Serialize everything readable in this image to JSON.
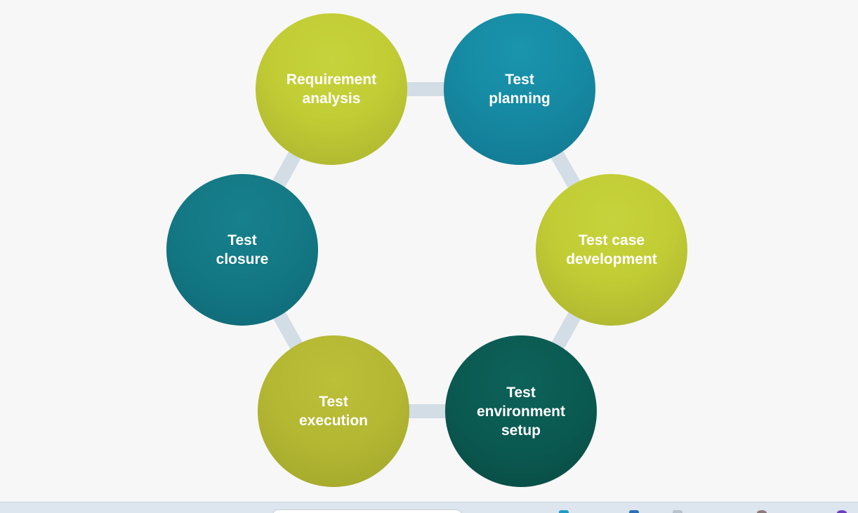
{
  "diagram": {
    "nodes": [
      {
        "id": "requirement-analysis",
        "label": "Requirement\nanalysis",
        "color": "#c2cd35"
      },
      {
        "id": "test-planning",
        "label": "Test\nplanning",
        "color": "#168aa3"
      },
      {
        "id": "test-case-development",
        "label": "Test case\ndevelopment",
        "color": "#c2cd35"
      },
      {
        "id": "test-environment-setup",
        "label": "Test\nenvironment\nsetup",
        "color": "#0a5951"
      },
      {
        "id": "test-execution",
        "label": "Test\nexecution",
        "color": "#b3b732"
      },
      {
        "id": "test-closure",
        "label": "Test\nclosure",
        "color": "#137884"
      }
    ],
    "connector_color": "#d3dde6"
  }
}
